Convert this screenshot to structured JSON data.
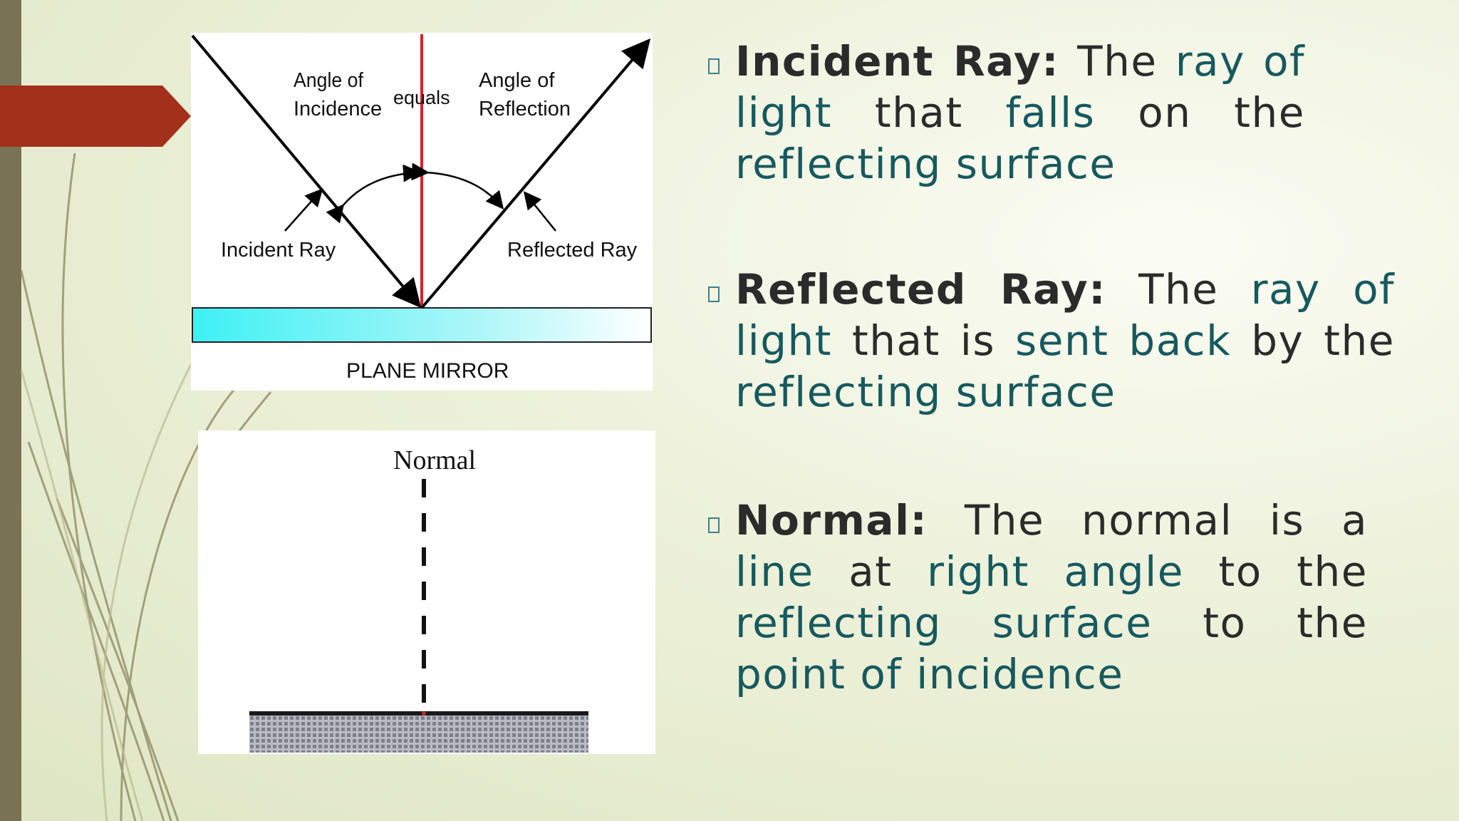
{
  "colors": {
    "accent_red": "#a3301a",
    "side_bar": "#7a7255",
    "highlight_text": "#17595f",
    "body_text": "#2b2b2b",
    "mirror_cyan": "#4de8f0",
    "normal_red": "#d8222a"
  },
  "diagram_reflection": {
    "label_angle_incidence_1": "Angle of",
    "label_angle_incidence_2": "Incidence",
    "label_equals": "equals",
    "label_angle_reflection_1": "Angle of",
    "label_angle_reflection_2": "Reflection",
    "label_incident_ray": "Incident Ray",
    "label_reflected_ray": "Reflected Ray",
    "label_mirror": "PLANE MIRROR"
  },
  "diagram_normal": {
    "label_normal": "Normal"
  },
  "bullets": {
    "incident": {
      "term": "Incident Ray:",
      "p1": " The ",
      "h1": "ray of light",
      "p2": " that ",
      "h2": "falls",
      "p3": " on the ",
      "h3": "reflecting surface"
    },
    "reflected": {
      "term": "Reflected Ray:",
      "p1": " The ",
      "h1": "ray of light",
      "p2": " that is ",
      "h2": "sent back",
      "p3": " by the ",
      "h3": "reflecting surface"
    },
    "normal": {
      "term": "Normal:",
      "p1": " The normal is a ",
      "h1": "line",
      "p2": " at ",
      "h2": "right angle",
      "p3": " to the ",
      "h3": "reflecting surface",
      "p4": " to the ",
      "h4": "point of incidence"
    }
  }
}
